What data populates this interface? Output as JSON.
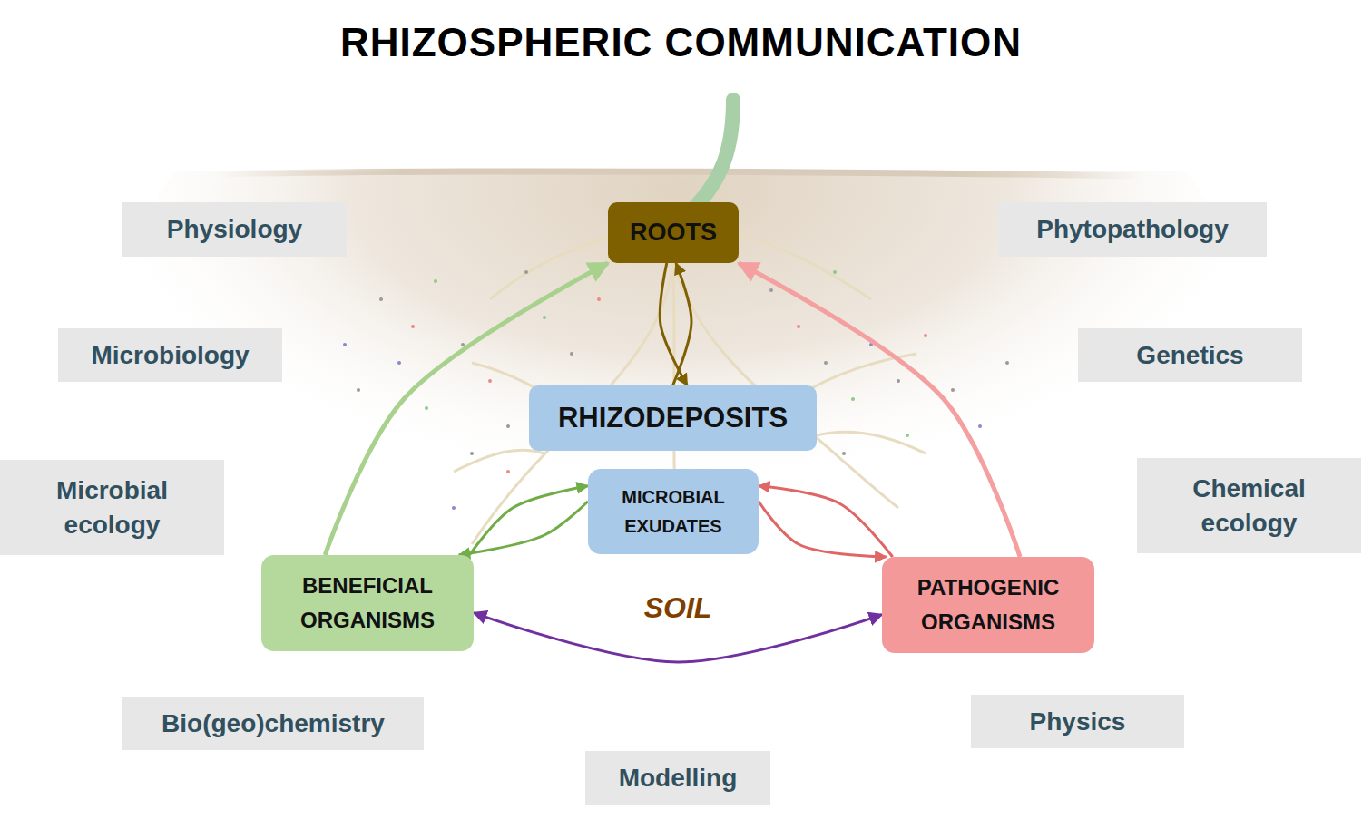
{
  "diagram": {
    "title": "RHIZOSPHERIC COMMUNICATION",
    "nodes": [
      {
        "text": [
          "Physiology"
        ]
      },
      {
        "text": [
          "ROOTS"
        ]
      },
      {
        "text": [
          "Phytopathology"
        ]
      },
      {
        "text": [
          "Microbiology"
        ]
      },
      {
        "text": [
          "Genetics"
        ]
      },
      {
        "text": [
          "RHIZODEPOSITS"
        ]
      },
      {
        "text": [
          "Microbial ecology"
        ]
      },
      {
        "text": [
          "Chemical ecology"
        ]
      },
      {
        "text": [
          "MICROBIAL EXUDATES"
        ]
      },
      {
        "text": [
          "BENEFICIAL ORGANISMS"
        ]
      },
      {
        "text": [
          "PATHOGENIC ORGANISMS"
        ]
      },
      {
        "text": [
          "Bio(geo)chemistry"
        ]
      },
      {
        "text": [
          "Physics"
        ]
      },
      {
        "text": [
          "Modelling"
        ]
      }
    ],
    "edges": [
      {
        "from": 9,
        "to": 1,
        "arrow": "to"
      },
      {
        "from": 10,
        "to": 1,
        "arrow": "to"
      },
      {
        "from": 1,
        "to": 5,
        "arrow": "to"
      },
      {
        "from": 5,
        "to": 1,
        "arrow": "to"
      },
      {
        "from": 9,
        "to": 8,
        "arrow": "to"
      },
      {
        "from": 8,
        "to": 9,
        "arrow": "to"
      },
      {
        "from": 10,
        "to": 8,
        "arrow": "to"
      },
      {
        "from": 8,
        "to": 10,
        "arrow": "to"
      },
      {
        "from": 9,
        "to": 10,
        "arrow": "both"
      }
    ],
    "labels": [
      "SOIL"
    ]
  }
}
